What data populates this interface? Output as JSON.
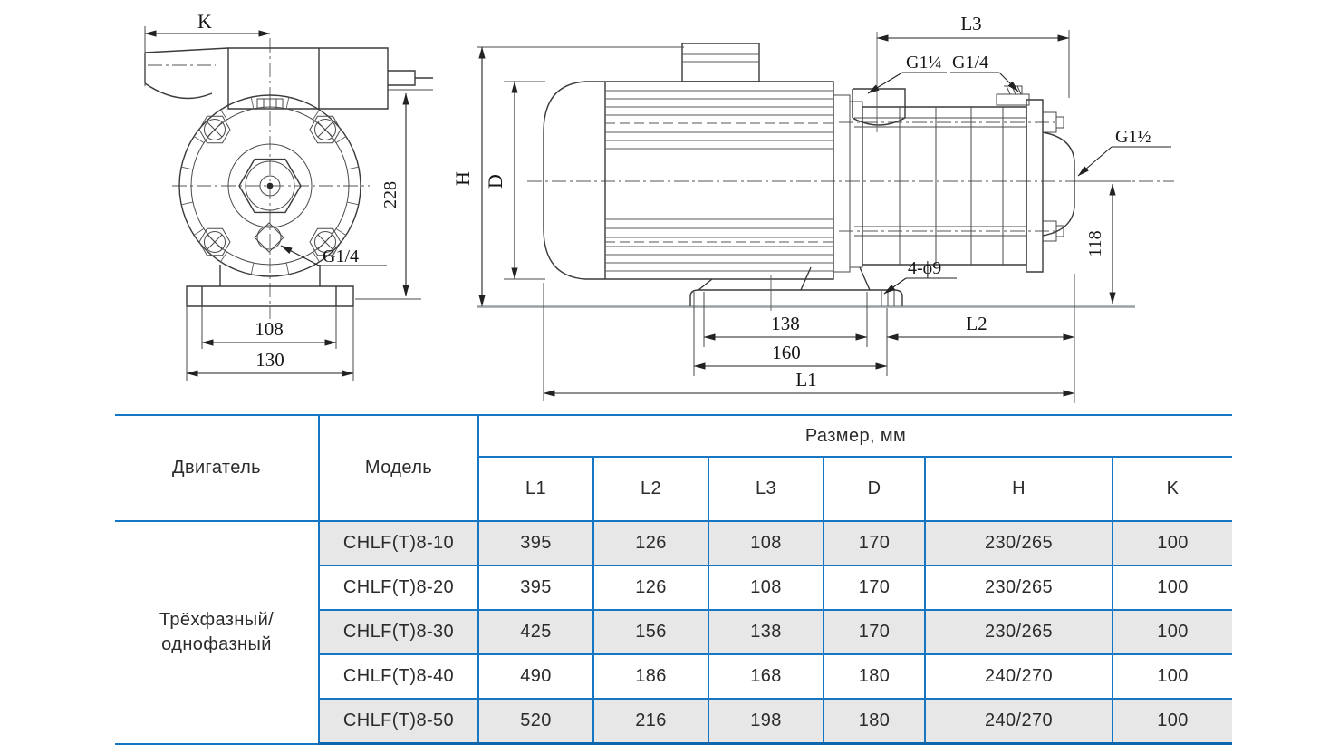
{
  "colors": {
    "table_border_blue": "#1577c4",
    "table_bottom_border": "#0e66ad",
    "row_shade_gray": "#e7e7e7",
    "drawing_line": "#3a3a3a"
  },
  "front_view": {
    "dim_k": "K",
    "dim_228": "228",
    "label_g14": "G1/4",
    "dim_108": "108",
    "dim_130": "130"
  },
  "side_view": {
    "dim_h": "H",
    "dim_d": "D",
    "dim_l3": "L3",
    "label_g1_quarter": "G1¼",
    "label_g14": "G1/4",
    "label_g1_half": "G1½",
    "dim_118": "118",
    "label_holes": "4-ϕ9",
    "dim_138": "138",
    "dim_160": "160",
    "dim_l2": "L2",
    "dim_l1": "L1"
  },
  "table": {
    "col_motor": "Двигатель",
    "col_model": "Модель",
    "col_size": "Размер, мм",
    "dim_headers": [
      "L1",
      "L2",
      "L3",
      "D",
      "H",
      "K"
    ],
    "motor_lines": [
      "Трёхфазный/",
      "однофазный"
    ],
    "rows": [
      {
        "model": "CHLF(T)8-10",
        "values": [
          "395",
          "126",
          "108",
          "170",
          "230/265",
          "100"
        ]
      },
      {
        "model": "CHLF(T)8-20",
        "values": [
          "395",
          "126",
          "108",
          "170",
          "230/265",
          "100"
        ]
      },
      {
        "model": "CHLF(T)8-30",
        "values": [
          "425",
          "156",
          "138",
          "170",
          "230/265",
          "100"
        ]
      },
      {
        "model": "CHLF(T)8-40",
        "values": [
          "490",
          "186",
          "168",
          "180",
          "240/270",
          "100"
        ]
      },
      {
        "model": "CHLF(T)8-50",
        "values": [
          "520",
          "216",
          "198",
          "180",
          "240/270",
          "100"
        ]
      }
    ]
  }
}
